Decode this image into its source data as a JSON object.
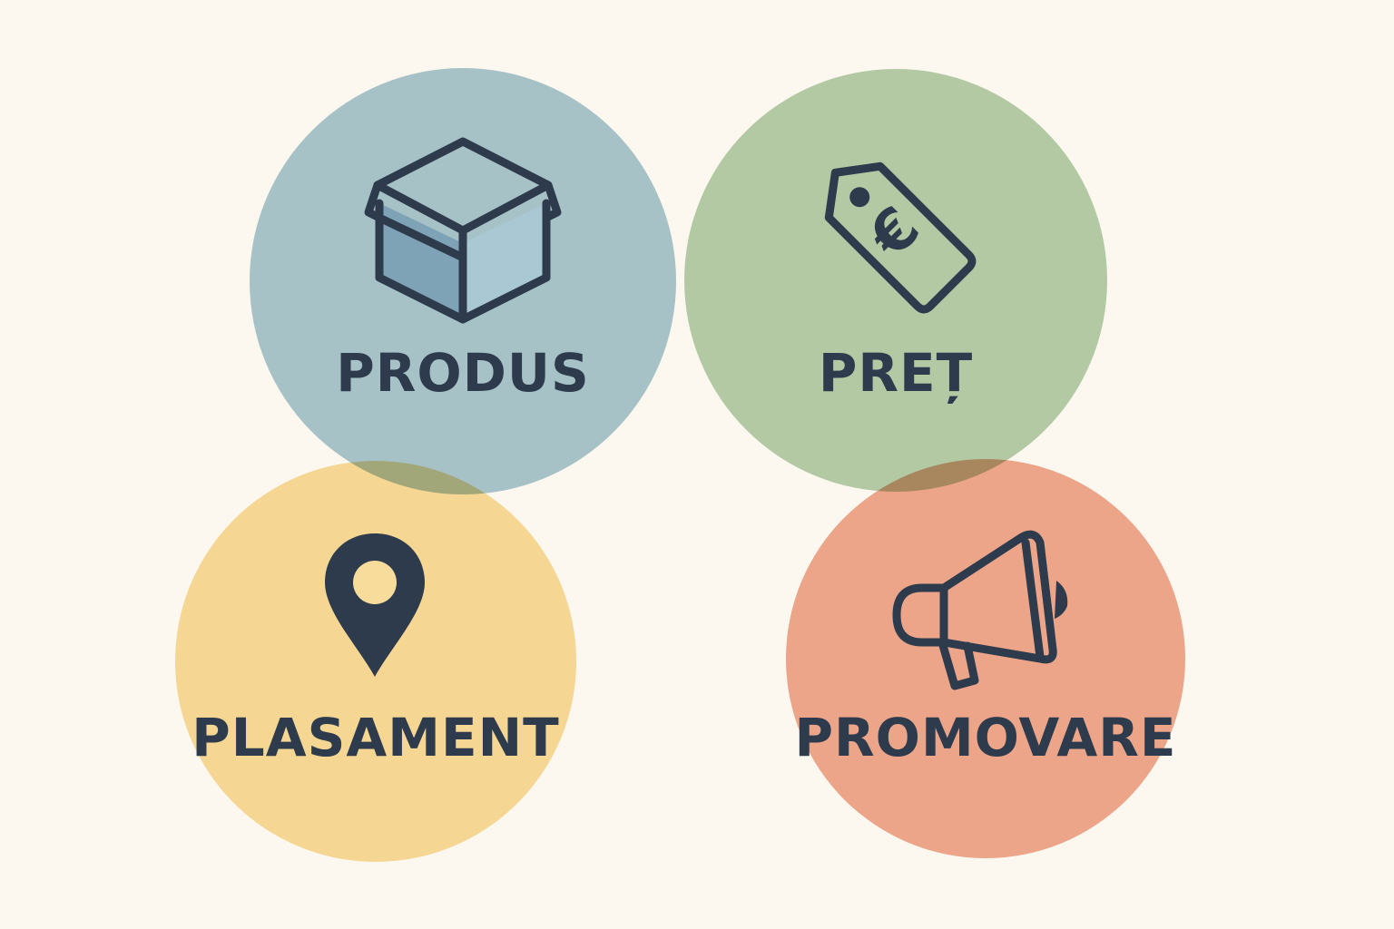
{
  "diagram": {
    "items": [
      {
        "label": "PRODUS",
        "icon": "box-icon",
        "color": "#a9c8d4"
      },
      {
        "label": "PREȚ",
        "icon": "price-tag-icon",
        "color": "#b5cfae"
      },
      {
        "label": "PLASAMENT",
        "icon": "map-pin-icon",
        "color": "#f8dc9c"
      },
      {
        "label": "PROMOVARE",
        "icon": "megaphone-icon",
        "color": "#efaa92"
      }
    ],
    "text_color": "#2d3b4d",
    "background": "#fcf8f0"
  }
}
